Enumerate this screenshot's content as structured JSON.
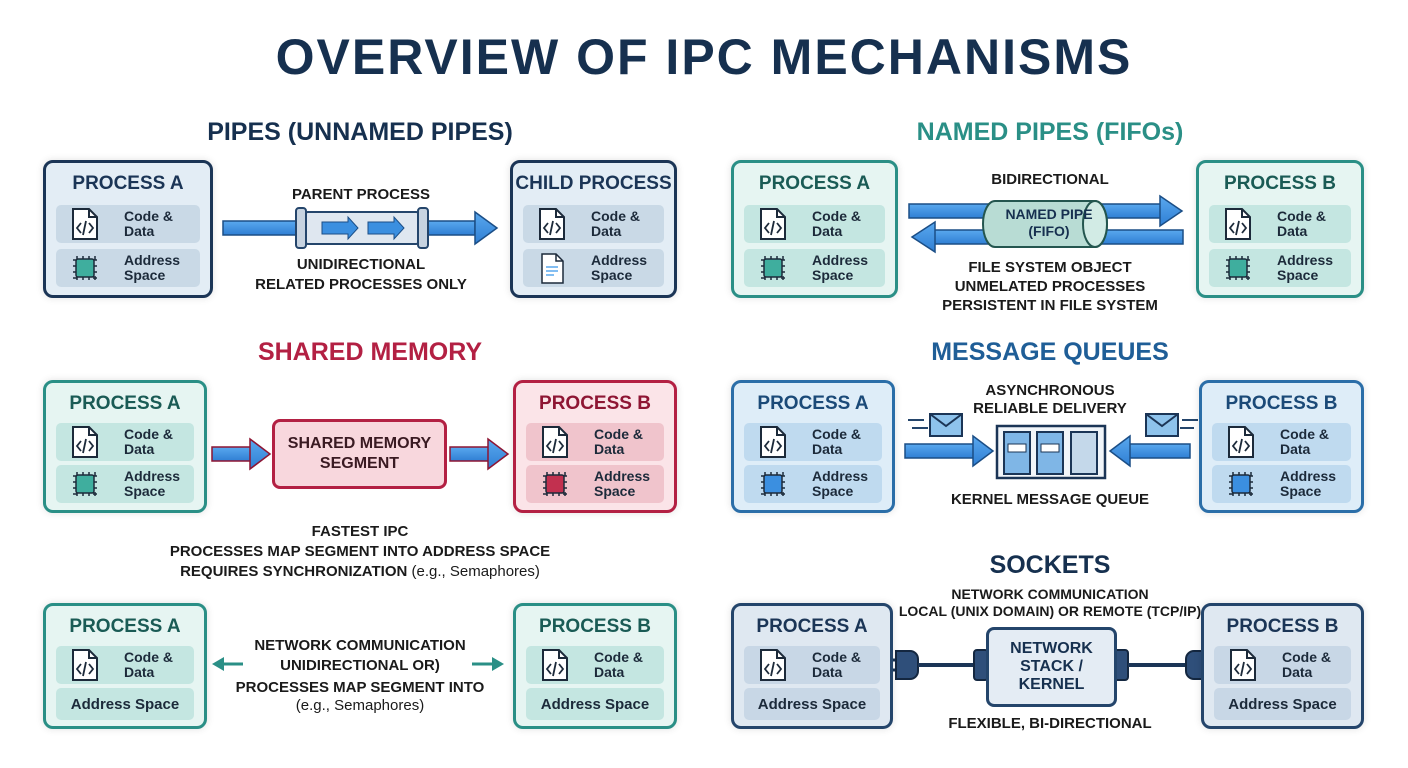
{
  "title": "OVERVIEW OF IPC MECHANISMS",
  "colors": {
    "navy": "#1b3556",
    "teal": "#2a8f86",
    "red": "#b32043",
    "blue": "#2b6ea8",
    "arrow": "#3b8fe0"
  },
  "common": {
    "code_data": "Code &\nData",
    "address_space": "Address\nSpace",
    "address_space_full": "Address Space"
  },
  "pipes": {
    "title": "PIPES (UNNAMED PIPES)",
    "left_process": "PROCESS A",
    "right_process": "CHILD PROCESS",
    "top_label": "PARENT PROCESS",
    "caption_1": "UNIDIRECTIONAL",
    "caption_2": "RELATED PROCESSES ONLY"
  },
  "named_pipes": {
    "title": "NAMED PIPES (FIFOs)",
    "left_process": "PROCESS A",
    "right_process": "PROCESS B",
    "top_label": "BIDIRECTIONAL",
    "pipe_label": "NAMED PIPE\n(FIFO)",
    "caption_1": "FILE SYSTEM OBJECT",
    "caption_2": "UNMELATED PROCESSES",
    "caption_3": "PERSISTENT IN FILE SYSTEM"
  },
  "shared_memory": {
    "title": "SHARED MEMORY",
    "left_process": "PROCESS A",
    "right_process": "PROCESS B",
    "segment_label": "SHARED MEMORY\nSEGMENT",
    "caption_1": "FASTEST IPC",
    "caption_2": "PROCESSES MAP SEGMENT INTO ADDRESS SPACE",
    "caption_3_bold": "REQUIRES SYNCHRONIZATION",
    "caption_3_light": " (e.g., Semaphores)"
  },
  "message_queues": {
    "title": "MESSAGE QUEUES",
    "left_process": "PROCESS A",
    "right_process": "PROCESS B",
    "top_label_1": "ASYNCHRONOUS",
    "top_label_2": "RELIABLE DELIVERY",
    "bottom_label": "KERNEL MESSAGE QUEUE"
  },
  "bottom_left": {
    "left_process": "PROCESS A",
    "right_process": "PROCESS B",
    "caption_1": "NETWORK COMMUNICATION",
    "caption_2": "UNIDIRECTIONAL OR)",
    "caption_3": "PROCESSES MAP SEGMENT INTO",
    "caption_4": "(e.g., Semaphores)"
  },
  "sockets": {
    "title": "SOCKETS",
    "left_process": "PROCESS A",
    "right_process": "PROCESS B",
    "top_label_1": "NETWORK COMMUNICATION",
    "top_label_2": "LOCAL (UNIX DOMAIN) OR REMOTE (TCP/IP)",
    "stack_label": "NETWORK\nSTACK /\nKERNEL",
    "bottom_label": "FLEXIBLE, BI-DIRECTIONAL"
  }
}
